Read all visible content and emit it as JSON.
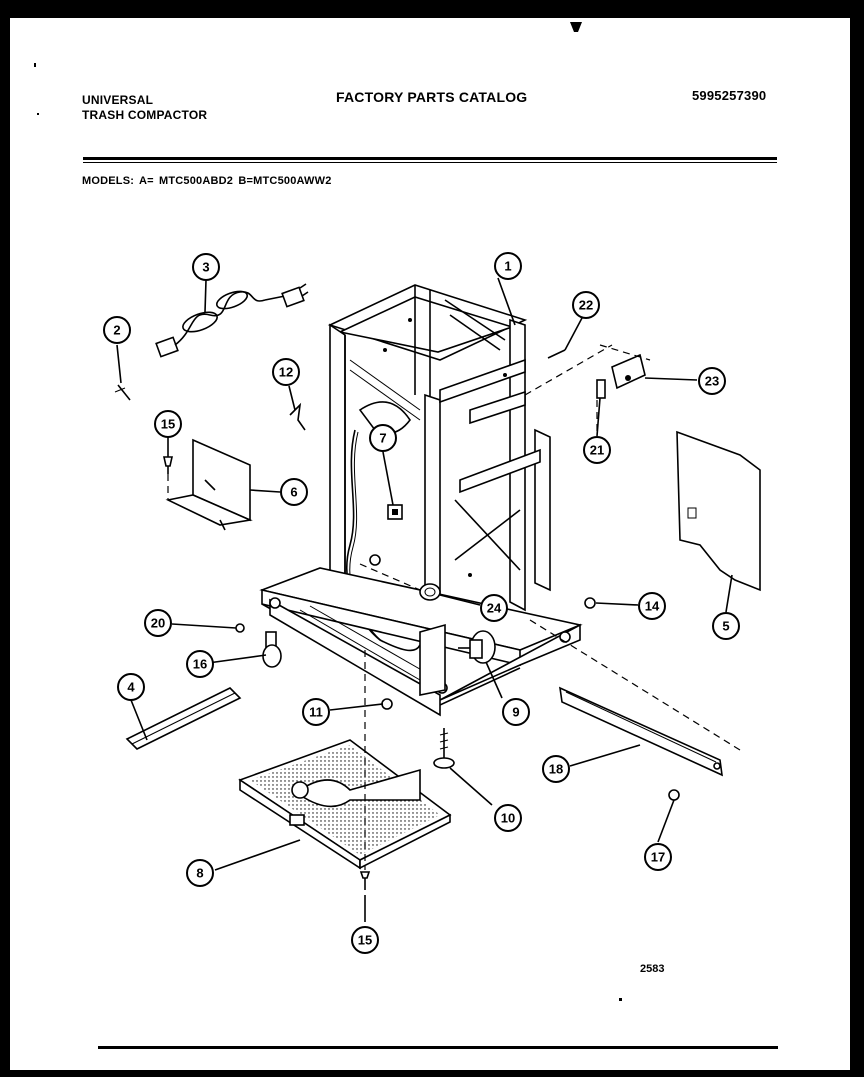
{
  "header": {
    "brand_line1": "UNIVERSAL",
    "brand_line2": "TRASH COMPACTOR",
    "title": "FACTORY PARTS CATALOG",
    "catalog_number": "5995257390",
    "models": "MODELS:  A= MTC500ABD2   B=MTC500AWW2"
  },
  "footer": {
    "page_code": "2583"
  },
  "callouts": [
    "1",
    "2",
    "3",
    "4",
    "5",
    "6",
    "7",
    "8",
    "9",
    "10",
    "11",
    "12",
    "14",
    "15",
    "16",
    "17",
    "18",
    "20",
    "21",
    "22",
    "23",
    "24",
    "15"
  ]
}
